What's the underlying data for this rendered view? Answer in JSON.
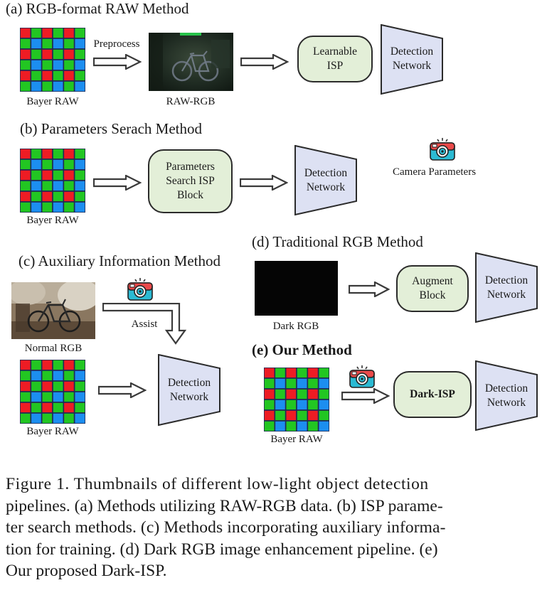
{
  "colors": {
    "bayer_red": "#ee1c24",
    "bayer_green": "#22c622",
    "bayer_blue": "#1c8ef0",
    "block_fill": "#e3efd8",
    "network_fill": "#dde1f3",
    "outline": "#2b2b2b",
    "camera_red": "#ea4a4a",
    "camera_teal": "#2bbad3"
  },
  "sections": {
    "a": {
      "title": "(a) RGB-format RAW Method",
      "bayer_label": "Bayer RAW",
      "arrow_label": "Preprocess",
      "image_label": "RAW-RGB",
      "block": "Learnable\nISP",
      "network": "Detection\nNetwork"
    },
    "b": {
      "title": "(b) Parameters Serach Method",
      "bayer_label": "Bayer RAW",
      "block": "Parameters\nSearch ISP\nBlock",
      "network": "Detection\nNetwork",
      "camera_label": "Camera Parameters"
    },
    "c": {
      "title": "(c) Auxiliary Information Method",
      "image_label": "Normal RGB",
      "arrow_label": "Assist",
      "bayer_label": "Bayer RAW",
      "network": "Detection\nNetwork"
    },
    "d": {
      "title": "(d) Traditional RGB Method",
      "image_label": "Dark RGB",
      "block": "Augment\nBlock",
      "network": "Detection\nNetwork"
    },
    "e": {
      "title": "(e) Our Method",
      "bayer_label": "Bayer RAW",
      "block": "Dark-ISP",
      "network": "Detection\nNetwork"
    }
  },
  "icons": {
    "camera": "camera-icon",
    "arrow": "hollow-right-arrow-icon",
    "bend_arrow": "hollow-bent-arrow-icon"
  },
  "caption": {
    "lines": [
      "Figure 1.   Thumbnails of different low-light object detection",
      "pipelines. (a) Methods utilizing RAW-RGB data. (b) ISP parame-",
      "ter search methods. (c) Methods incorporating auxiliary informa-",
      "tion for training. (d) Dark RGB image enhancement pipeline. (e)",
      "Our proposed Dark-ISP."
    ]
  }
}
